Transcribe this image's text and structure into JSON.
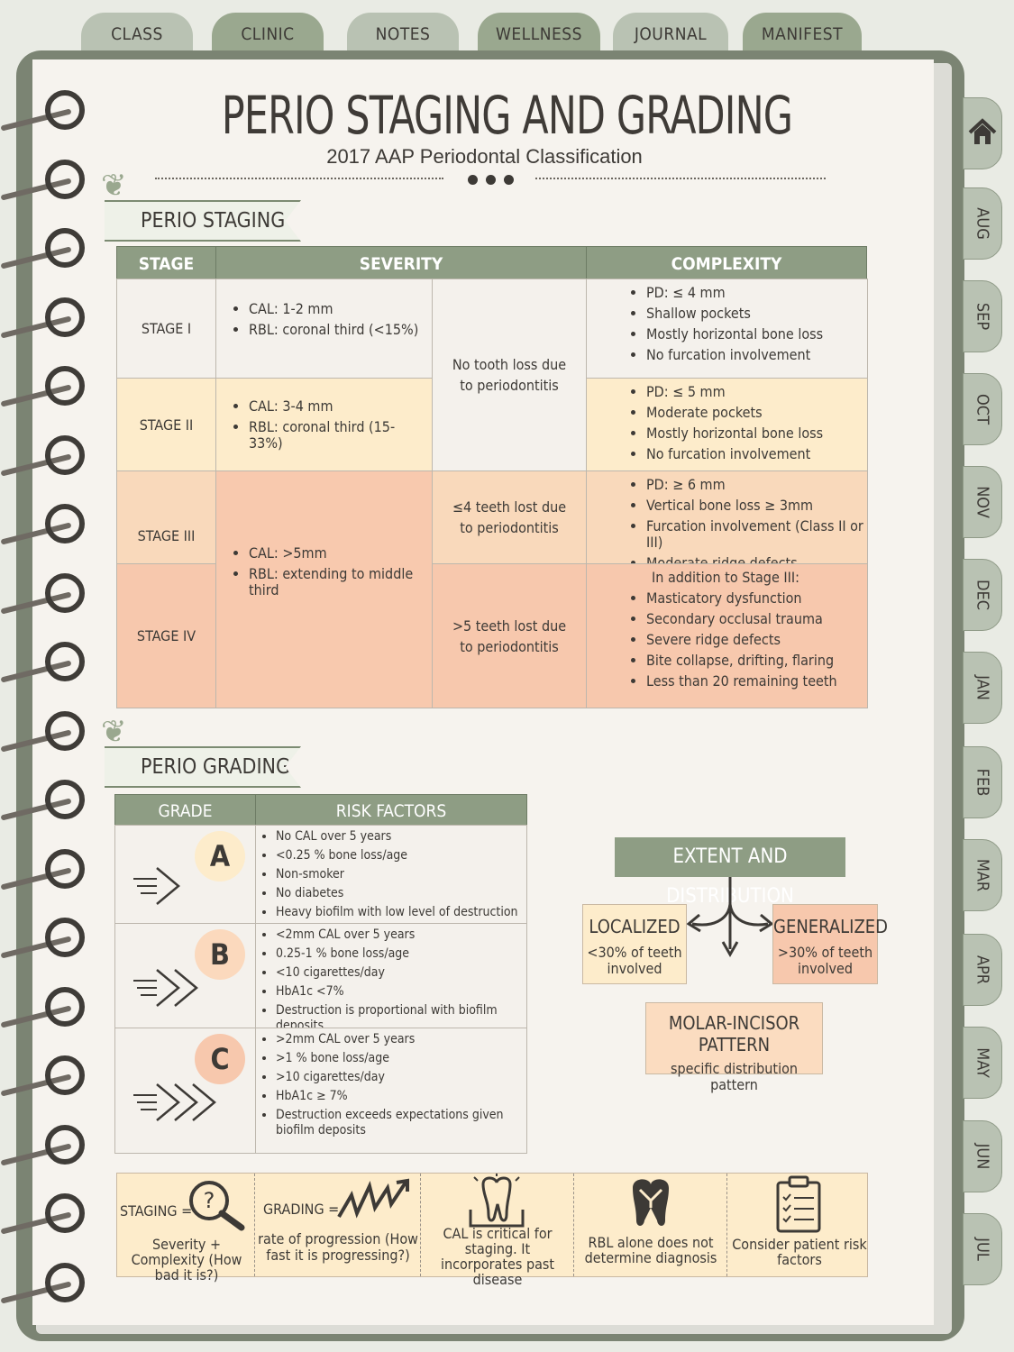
{
  "top_tabs": [
    "CLASS",
    "CLINIC",
    "NOTES",
    "WELLNESS",
    "JOURNAL",
    "MANIFEST"
  ],
  "side_tabs": [
    "AUG",
    "SEP",
    "OCT",
    "NOV",
    "DEC",
    "JAN",
    "FEB",
    "MAR",
    "APR",
    "MAY",
    "JUN",
    "JUL"
  ],
  "header": {
    "title": "PERIO STAGING AND GRADING",
    "subtitle": "2017 AAP Periodontal Classification"
  },
  "staging": {
    "banner": "PERIO STAGING",
    "columns": [
      "STAGE",
      "SEVERITY",
      "COMPLEXITY"
    ],
    "stages": [
      "STAGE I",
      "STAGE II",
      "STAGE III",
      "STAGE IV"
    ],
    "severity_stage1": [
      "CAL: 1-2 mm",
      "RBL: coronal third (<15%)"
    ],
    "severity_stage2": [
      "CAL: 3-4 mm",
      "RBL: coronal third (15-33%)"
    ],
    "severity_stage34": [
      "CAL: >5mm",
      "RBL: extending to middle third"
    ],
    "tooth_loss_12": "No tooth loss due to periodontitis",
    "tooth_loss_3": "≤4 teeth lost due to periodontitis",
    "tooth_loss_4": ">5 teeth lost due to periodontitis",
    "complexity_stage1": [
      "PD: ≤ 4 mm",
      "Shallow pockets",
      "Mostly horizontal bone loss",
      "No furcation involvement"
    ],
    "complexity_stage2": [
      "PD: ≤ 5 mm",
      "Moderate pockets",
      "Mostly horizontal bone loss",
      "No furcation involvement"
    ],
    "complexity_stage3": [
      "PD: ≥ 6 mm",
      "Vertical bone loss ≥ 3mm",
      "Furcation involvement (Class II or III)",
      "Moderate ridge defects"
    ],
    "complexity_stage4_intro": "In addition to Stage III:",
    "complexity_stage4": [
      "Masticatory dysfunction",
      "Secondary occlusal trauma",
      "Severe ridge defects",
      "Bite collapse, drifting, flaring",
      "Less than 20 remaining teeth"
    ]
  },
  "grading": {
    "banner": "PERIO GRADING",
    "columns": [
      "GRADE",
      "RISK FACTORS"
    ],
    "grades": [
      {
        "letter": "A",
        "color": "#fdeccb",
        "factors": [
          "No CAL over 5 years",
          "<0.25 % bone loss/age",
          "Non-smoker",
          "No diabetes",
          "Heavy biofilm with low level of destruction"
        ]
      },
      {
        "letter": "B",
        "color": "#fbd9bd",
        "factors": [
          "<2mm CAL over 5 years",
          "0.25-1 % bone loss/age",
          "<10 cigarettes/day",
          "HbA1c <7%",
          "Destruction is proportional with biofilm deposits"
        ]
      },
      {
        "letter": "C",
        "color": "#f7c8ad",
        "factors": [
          ">2mm CAL over 5 years",
          ">1 % bone loss/age",
          ">10 cigarettes/day",
          "HbA1c ≥ 7%",
          "Destruction exceeds expectations given biofilm deposits"
        ]
      }
    ]
  },
  "extent": {
    "title": "EXTENT AND DISTRIBUTION",
    "localized": {
      "heading": "LOCALIZED",
      "text": "<30% of teeth involved"
    },
    "generalized": {
      "heading": "GENERALIZED",
      "text": ">30% of teeth involved"
    },
    "molar": {
      "heading": "MOLAR-INCISOR PATTERN",
      "text": "specific distribution pattern"
    }
  },
  "footer": {
    "staging_label": "STAGING =",
    "staging_text": "Severity + Complexity (How bad it is?)",
    "grading_label": "GRADING =",
    "grading_text": "rate of progression (How fast it is progressing?)",
    "cal_text": "CAL is critical for staging. It incorporates past disease",
    "rbl_text": "RBL alone does not determine diagnosis",
    "risk_text": "Consider patient risk factors"
  },
  "colors": {
    "sage": "#8e9d84",
    "cream": "#fdeccb",
    "peach": "#f9d9bb",
    "coral": "#f7c8ad",
    "ink": "#3d3a36"
  }
}
